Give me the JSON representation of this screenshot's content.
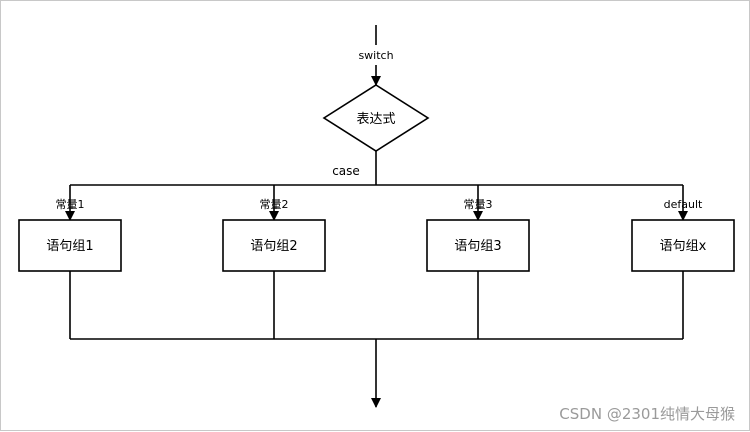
{
  "diagram": {
    "entry_label": "switch",
    "decision_label": "表达式",
    "branch_label": "case",
    "branches": [
      {
        "edge_label": "常量1",
        "node_label": "语句组1"
      },
      {
        "edge_label": "常量2",
        "node_label": "语句组2"
      },
      {
        "edge_label": "常量3",
        "node_label": "语句组3"
      },
      {
        "edge_label": "default",
        "node_label": "语句组x"
      }
    ]
  },
  "watermark": "CSDN @2301纯情大母猴"
}
